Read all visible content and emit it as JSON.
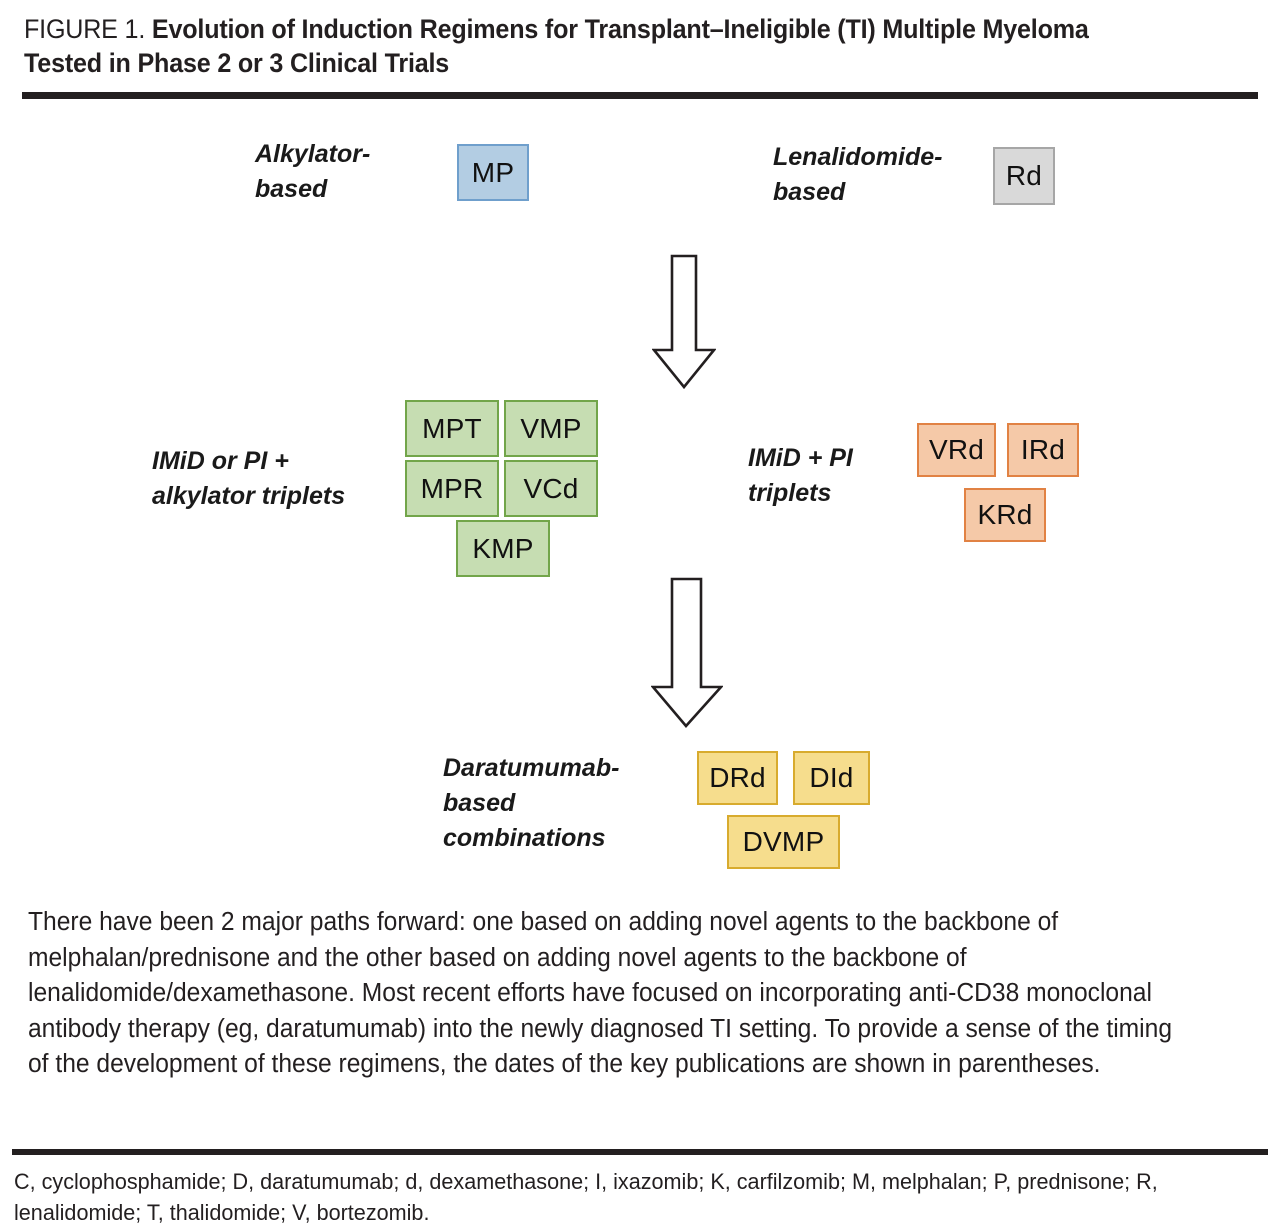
{
  "title": {
    "lead": "FIGURE 1.",
    "main": "Evolution of Induction Regimens for Transplant–Ineligible (TI) Multiple Myeloma Tested in Phase 2 or 3 Clinical Trials"
  },
  "colors": {
    "blue_fill": "#b3cde3",
    "blue_border": "#6f9fcc",
    "gray_fill": "#d9d9d9",
    "gray_border": "#a6a6a6",
    "green_fill": "#c6ddb2",
    "green_border": "#72a54a",
    "orange_fill": "#f5c9a8",
    "orange_border": "#e18244",
    "yellow_fill": "#f6dd8d",
    "yellow_border": "#d8ab2e",
    "rule": "#231f20",
    "text": "#231f20"
  },
  "chart_data": {
    "type": "diagram",
    "title": "Evolution of Induction Regimens for Transplant–Ineligible (TI) Multiple Myeloma Tested in Phase 2 or 3 Clinical Trials",
    "layout": "two parallel backbone paths (melphalan/prednisone and lenalidomide/dexamethasone) converging on daratumumab-based combinations, linked by two downward arrows",
    "tiers": [
      {
        "tier": 1,
        "groups": [
          {
            "label": "Alkylator-\nbased",
            "color": "blue",
            "regimens": [
              "MP"
            ]
          },
          {
            "label": "Lenalidomide-\nbased",
            "color": "gray",
            "regimens": [
              "Rd"
            ]
          }
        ]
      },
      {
        "tier": 2,
        "groups": [
          {
            "label": "IMiD or PI +\nalkylator triplets",
            "color": "green",
            "regimens": [
              "MPT",
              "VMP",
              "MPR",
              "VCd",
              "KMP"
            ]
          },
          {
            "label": "IMiD + PI\ntriplets",
            "color": "orange",
            "regimens": [
              "VRd",
              "IRd",
              "KRd"
            ]
          }
        ]
      },
      {
        "tier": 3,
        "groups": [
          {
            "label": "Daratumumab-\nbased\ncombinations",
            "color": "yellow",
            "regimens": [
              "DRd",
              "DId",
              "DVMP"
            ]
          }
        ]
      }
    ],
    "arrows": [
      {
        "name": "arrow-tier1-to-tier2",
        "direction": "down",
        "style": "hollow-outlined"
      },
      {
        "name": "arrow-tier2-to-tier3",
        "direction": "down",
        "style": "hollow-outlined"
      }
    ]
  },
  "nodes": {
    "mp": "MP",
    "rd": "Rd",
    "mpt": "MPT",
    "vmp": "VMP",
    "mpr": "MPR",
    "vcd": "VCd",
    "kmp": "KMP",
    "vrd": "VRd",
    "ird": "IRd",
    "krd": "KRd",
    "drd": "DRd",
    "did": "DId",
    "dvmp": "DVMP"
  },
  "labels": {
    "alkylator_based": "Alkylator-\nbased",
    "lenalidomide_based": "Lenalidomide-\nbased",
    "imid_or_pi_alkylator": "IMiD or PI +\nalkylator triplets",
    "imid_pi_triplets": "IMiD + PI\ntriplets",
    "daratumumab_based": "Daratumumab-\nbased\ncombinations"
  },
  "caption": "There have been 2 major paths forward: one based on adding novel agents to the backbone of melphalan/prednisone and the other based on adding novel agents to the backbone of lenalidomide/dexamethasone. Most recent efforts have focused on incorporating anti-CD38 monoclonal antibody therapy (eg, daratumumab) into the newly diagnosed TI setting. To provide a sense of the timing of the development of these regimens, the dates of the key publications are shown in parentheses.",
  "footnote": "C, cyclophosphamide; D, daratumumab; d, dexamethasone; I, ixazomib; K, carfilzomib; M, melphalan; P, prednisone; R, lenalidomide; T, thalidomide; V, bortezomib."
}
